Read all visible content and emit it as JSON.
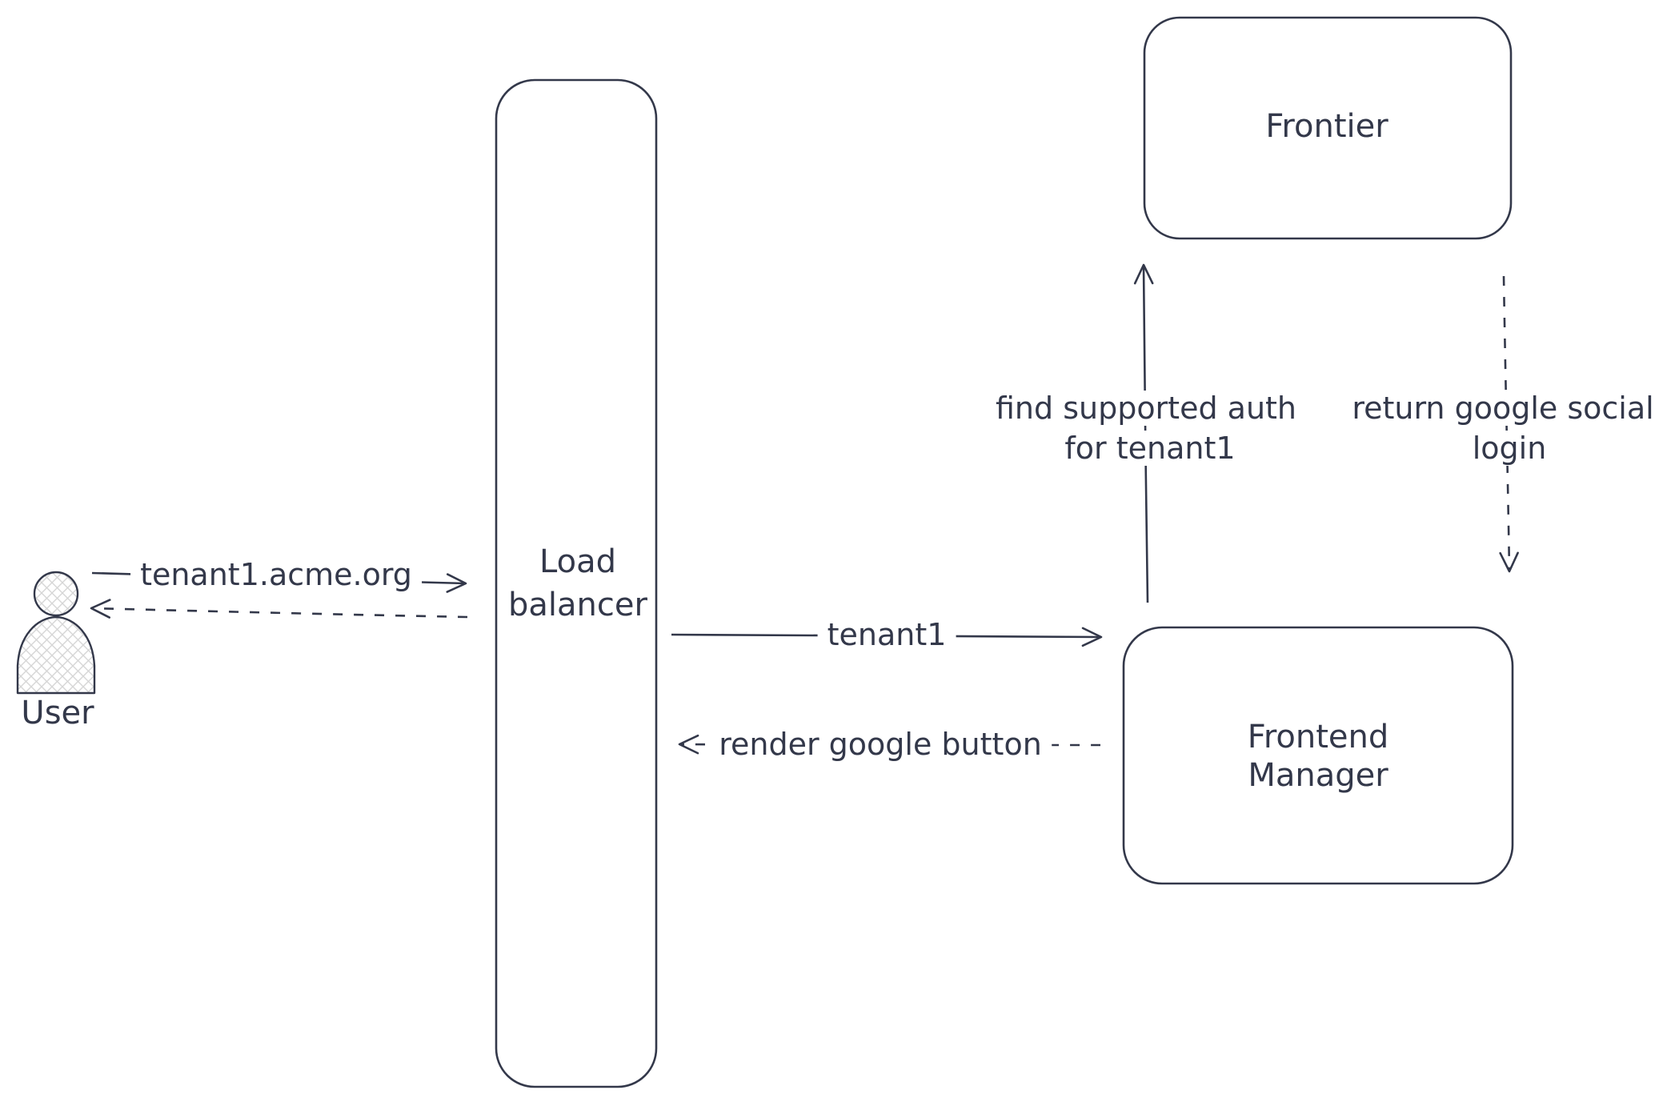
{
  "diagram": {
    "colors": {
      "stroke": "#33384a",
      "background": "#ffffff",
      "hatch_fill": "#d6d6d6"
    },
    "nodes": {
      "user": {
        "label": "User"
      },
      "load_balancer": {
        "label_line1": "Load",
        "label_line2": "balancer"
      },
      "frontier": {
        "label": "Frontier"
      },
      "frontend_manager": {
        "label_line1": "Frontend",
        "label_line2": "Manager"
      }
    },
    "edges": {
      "user_to_load_balancer": {
        "label": "tenant1.acme.org",
        "style": "solid",
        "direction": "right"
      },
      "load_balancer_to_user": {
        "label": "",
        "style": "dashed",
        "direction": "left"
      },
      "load_balancer_to_frontend_manager": {
        "label": "tenant1",
        "style": "solid",
        "direction": "right"
      },
      "frontend_manager_to_load_balancer": {
        "label": "render google button",
        "style": "dashed",
        "direction": "left"
      },
      "frontend_manager_to_frontier": {
        "label_line1": "find supported auth",
        "label_line2": "for tenant1",
        "style": "solid",
        "direction": "up"
      },
      "frontier_to_frontend_manager": {
        "label_line1": "return google social",
        "label_line2": "login",
        "style": "dashed",
        "direction": "down"
      }
    }
  }
}
